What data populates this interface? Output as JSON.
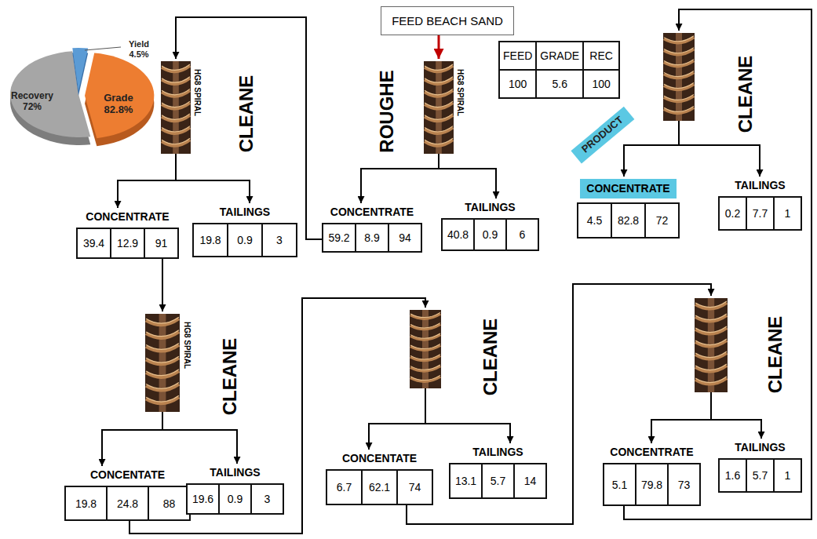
{
  "diagram": {
    "nodes": [
      {
        "text": [
          "HG8 SPIRAL",
          "CLEANE"
        ]
      },
      {
        "text": [
          "FEED BEACH SAND"
        ]
      },
      {
        "text": [
          "HG8 SPIRAL",
          "ROUGHE"
        ]
      },
      {
        "text": [
          "FEED",
          "GRADE",
          "REC",
          "100",
          "5.6",
          "100"
        ]
      },
      {
        "text": [
          "CLEANE"
        ]
      },
      {
        "text": [
          "CONCENTRATE",
          "39.4",
          "12.9",
          "91"
        ]
      },
      {
        "text": [
          "TAILINGS",
          "19.8",
          "0.9",
          "3"
        ]
      },
      {
        "text": [
          "CONCENTRATE",
          "59.2",
          "8.9",
          "94"
        ]
      },
      {
        "text": [
          "TAILINGS",
          "40.8",
          "0.9",
          "6"
        ]
      },
      {
        "text": [
          "CONCENTRATE",
          "4.5",
          "82.8",
          "72"
        ]
      },
      {
        "text": [
          "TAILINGS",
          "0.2",
          "7.7",
          "1"
        ]
      },
      {
        "text": [
          "HG8 SPIRAL",
          "CLEANE"
        ]
      },
      {
        "text": [
          "CLEANE"
        ]
      },
      {
        "text": [
          "CLEANE"
        ]
      },
      {
        "text": [
          "CONCENTATE",
          "19.8",
          "24.8",
          "88"
        ]
      },
      {
        "text": [
          "TAILINGS",
          "19.6",
          "0.9",
          "3"
        ]
      },
      {
        "text": [
          "CONCENTATE",
          "6.7",
          "62.1",
          "74"
        ]
      },
      {
        "text": [
          "TAILINGS",
          "13.1",
          "5.7",
          "14"
        ]
      },
      {
        "text": [
          "CONCENTRATE",
          "5.1",
          "79.8",
          "73"
        ]
      },
      {
        "text": [
          "TAILINGS",
          "1.6",
          "5.7",
          "1"
        ]
      }
    ],
    "edges": [
      {
        "from": 1,
        "to": 2,
        "arrow": "to"
      },
      {
        "from": 2,
        "to": 7,
        "arrow": "to"
      },
      {
        "from": 2,
        "to": 8,
        "arrow": "to"
      },
      {
        "from": 7,
        "to": 0,
        "arrow": "to"
      },
      {
        "from": 0,
        "to": 5,
        "arrow": "to"
      },
      {
        "from": 0,
        "to": 6,
        "arrow": "to"
      },
      {
        "from": 5,
        "to": 11,
        "arrow": "to"
      },
      {
        "from": 11,
        "to": 14,
        "arrow": "to"
      },
      {
        "from": 11,
        "to": 15,
        "arrow": "to"
      },
      {
        "from": 14,
        "to": 12,
        "arrow": "to"
      },
      {
        "from": 12,
        "to": 16,
        "arrow": "to"
      },
      {
        "from": 12,
        "to": 17,
        "arrow": "to"
      },
      {
        "from": 16,
        "to": 13,
        "arrow": "to"
      },
      {
        "from": 13,
        "to": 18,
        "arrow": "to"
      },
      {
        "from": 13,
        "to": 19,
        "arrow": "to"
      },
      {
        "from": 18,
        "to": 4,
        "arrow": "to"
      },
      {
        "from": 4,
        "to": 9,
        "arrow": "to"
      },
      {
        "from": 4,
        "to": 10,
        "arrow": "to"
      }
    ],
    "labels": [
      "Yield 4.5%",
      "Recovery 72%",
      "Grade 82.8%",
      "PRODUCT"
    ]
  }
}
